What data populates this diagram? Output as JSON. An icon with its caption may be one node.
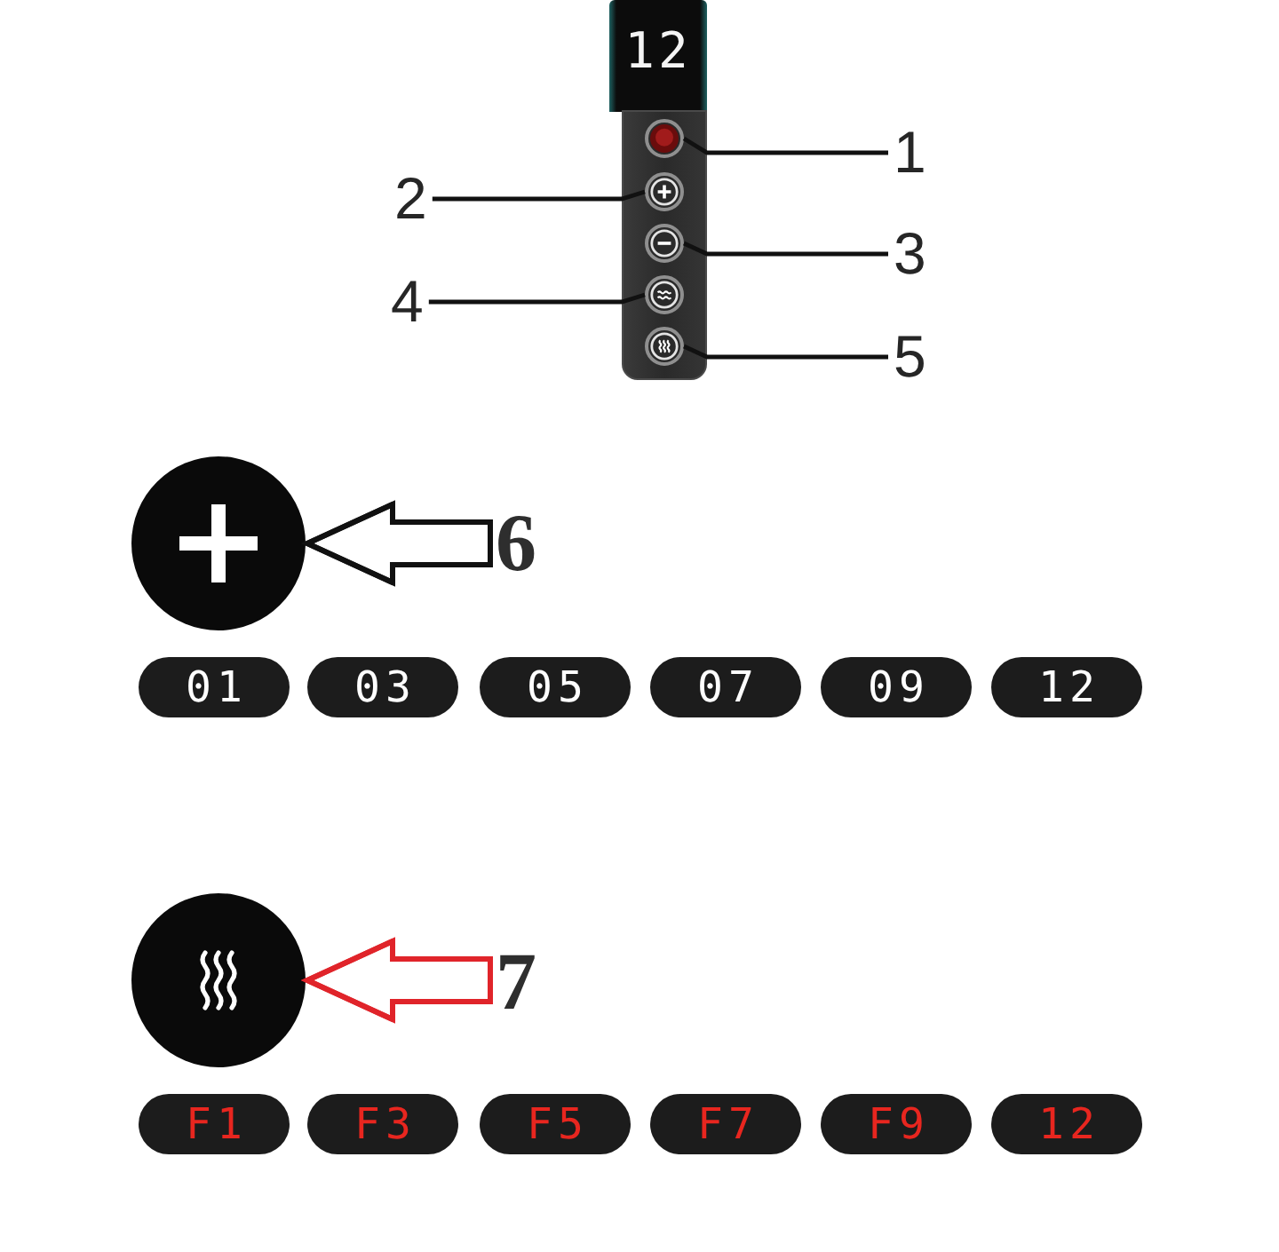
{
  "diagram": {
    "nodes": [
      {
        "text": [
          "12"
        ]
      },
      {
        "text": [],
        "shape": "box"
      },
      {
        "text": [],
        "shape": "circle",
        "in": 1
      },
      {
        "text": [],
        "shape": "circle",
        "in": 1
      },
      {
        "text": [],
        "shape": "circle",
        "in": 1
      },
      {
        "text": [],
        "shape": "circle",
        "in": 1
      },
      {
        "text": [],
        "shape": "circle",
        "in": 1
      },
      {
        "text": [
          "1"
        ]
      },
      {
        "text": [
          "2"
        ]
      },
      {
        "text": [
          "3"
        ]
      },
      {
        "text": [
          "4"
        ]
      },
      {
        "text": [
          "5"
        ]
      },
      {
        "text": [],
        "shape": "circle"
      },
      {
        "text": [
          "6"
        ]
      },
      {
        "text": [
          "01"
        ]
      },
      {
        "text": [
          "03"
        ]
      },
      {
        "text": [
          "05"
        ]
      },
      {
        "text": [
          "07"
        ]
      },
      {
        "text": [
          "09"
        ]
      },
      {
        "text": [
          "12"
        ]
      },
      {
        "text": [],
        "shape": "circle"
      },
      {
        "text": [
          "7"
        ]
      },
      {
        "text": [
          "F1"
        ]
      },
      {
        "text": [
          "F3"
        ]
      },
      {
        "text": [
          "F5"
        ]
      },
      {
        "text": [
          "F7"
        ]
      },
      {
        "text": [
          "F9"
        ]
      },
      {
        "text": [
          "12"
        ]
      }
    ],
    "edges": [
      {
        "from": 7,
        "to": 2,
        "arrow": "none"
      },
      {
        "from": 8,
        "to": 3,
        "arrow": "none"
      },
      {
        "from": 9,
        "to": 4,
        "arrow": "none"
      },
      {
        "from": 10,
        "to": 5,
        "arrow": "none"
      },
      {
        "from": 11,
        "to": 6,
        "arrow": "none"
      },
      {
        "from": 13,
        "to": 12,
        "arrow": "to"
      },
      {
        "from": 21,
        "to": 20,
        "arrow": "to",
        "color": "#e0242a"
      }
    ]
  }
}
